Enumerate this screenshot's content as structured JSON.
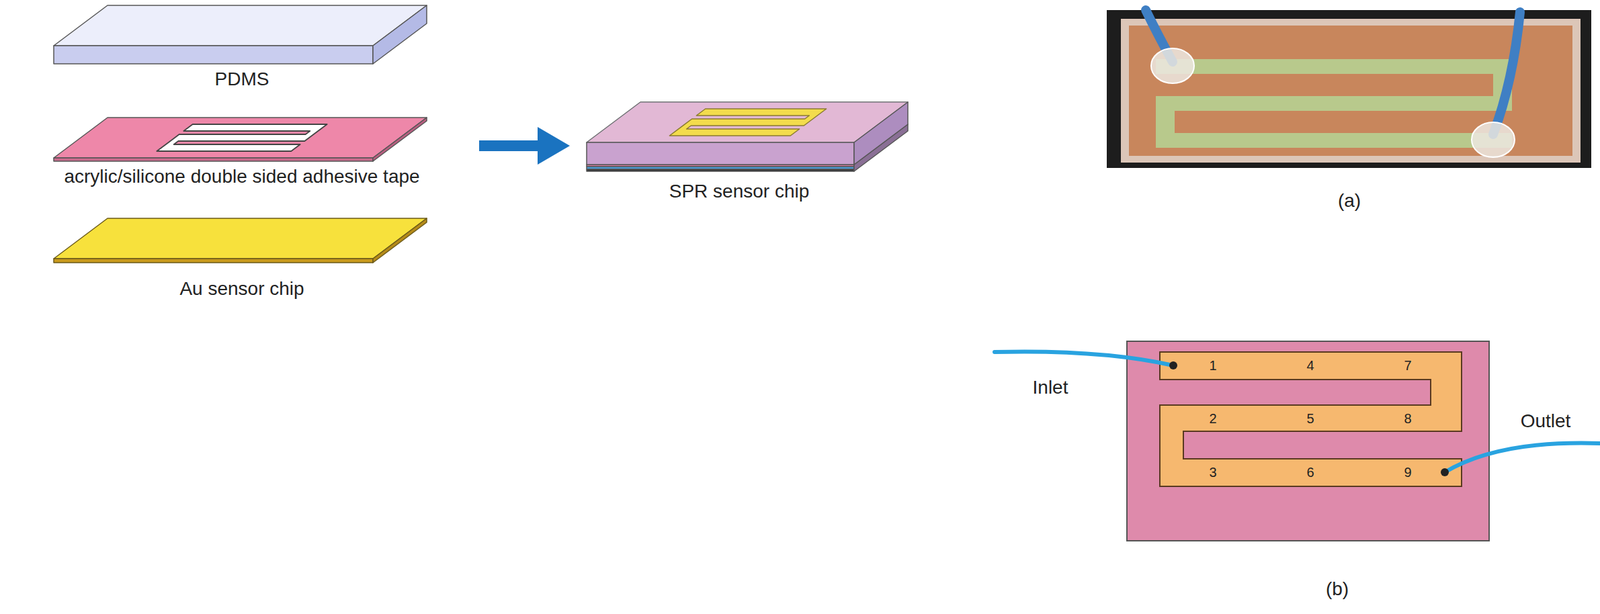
{
  "diagram": {
    "labels": [
      "PDMS",
      "acrylic/silicone double sided adhesive tape",
      "Au sensor chip",
      "SPR sensor chip",
      "(a)",
      "Inlet",
      "Outlet",
      "1",
      "4",
      "7",
      "2",
      "5",
      "8",
      "3",
      "6",
      "9",
      "(b)"
    ]
  }
}
